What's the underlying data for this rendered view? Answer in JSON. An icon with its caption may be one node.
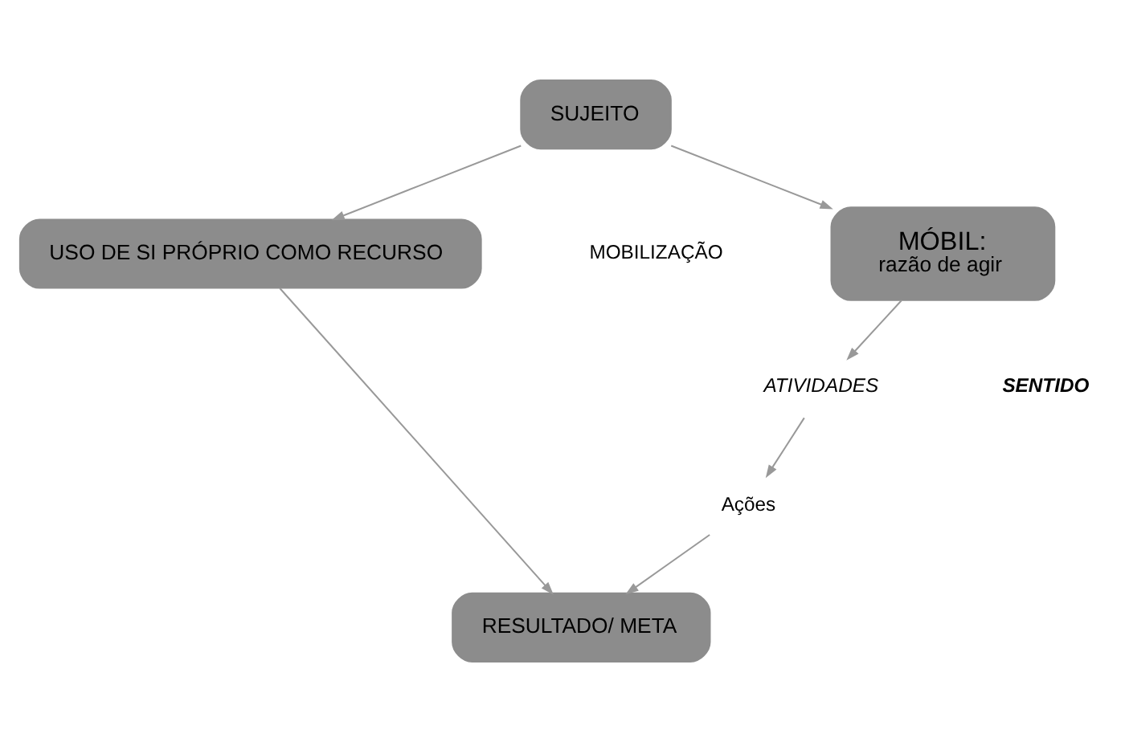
{
  "diagram": {
    "nodes": [
      {
        "text": [
          "SUJEITO"
        ]
      },
      {
        "text": [
          "USO DE SI PRÓPRIO COMO RECURSO"
        ]
      },
      {
        "text": [
          "MÓBIL:",
          "razão de agir"
        ]
      },
      {
        "text": [
          "RESULTADO/ META"
        ]
      },
      {
        "text": [
          "ATIVIDADES"
        ]
      },
      {
        "text": [
          "Ações"
        ]
      }
    ],
    "edges": [
      {
        "from": 0,
        "to": 1,
        "arrow": "to"
      },
      {
        "from": 0,
        "to": 2,
        "arrow": "to"
      },
      {
        "from": 1,
        "to": 3,
        "arrow": "to"
      },
      {
        "from": 2,
        "to": 4,
        "arrow": "to"
      },
      {
        "from": 4,
        "to": 5,
        "arrow": "to"
      },
      {
        "from": 5,
        "to": 3,
        "arrow": "to"
      }
    ],
    "labels": [
      "MOBILIZAÇÃO",
      "SENTIDO"
    ]
  }
}
